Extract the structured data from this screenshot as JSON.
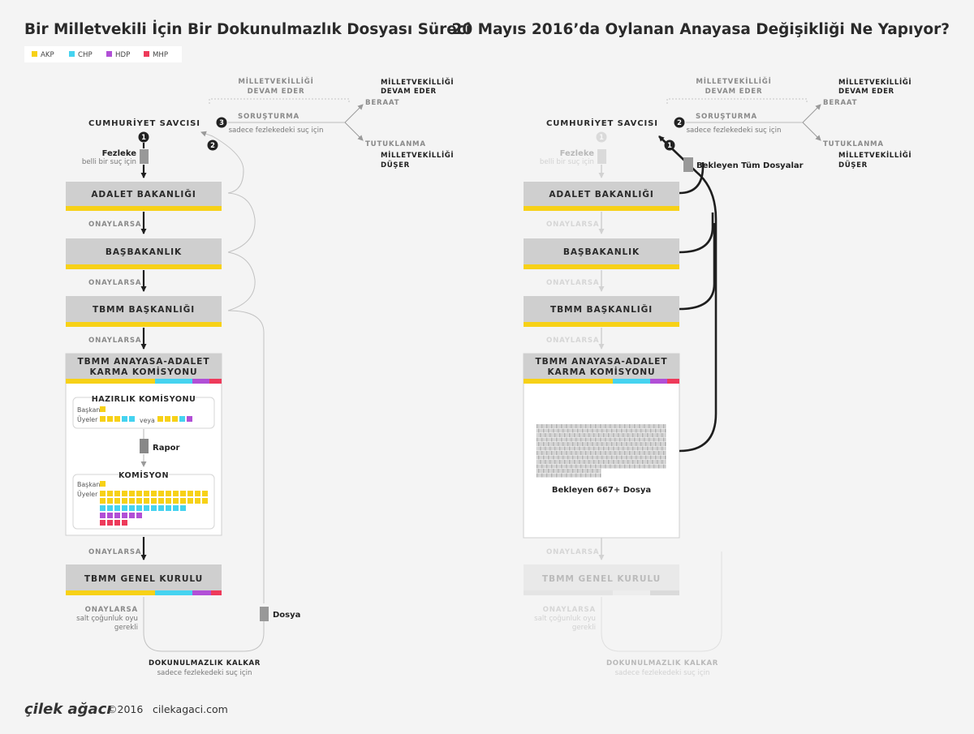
{
  "colors": {
    "akp": "#f7d117",
    "chp": "#45d3f0",
    "hdp": "#b14fd6",
    "mhp": "#ee3a5a",
    "box": "#cfcfcf",
    "file": "#999999",
    "line": "#1e1e1e",
    "thin": "#bdbdbd"
  },
  "left": {
    "title": "Bir Milletvekili İçin Bir Dokunulmazlık Dosyası Süreci",
    "legend": [
      {
        "label": "AKP",
        "color": "#f7d117"
      },
      {
        "label": "CHP",
        "color": "#45d3f0"
      },
      {
        "label": "HDP",
        "color": "#b14fd6"
      },
      {
        "label": "MHP",
        "color": "#ee3a5a"
      }
    ],
    "milletvekilligi_devam_faded": [
      "MİLLETVEKİLLİĞİ",
      "DEVAM EDER"
    ],
    "prosecutor": "CUMHURİYET SAVCISI",
    "steps": [
      "1",
      "2",
      "3"
    ],
    "sorusturma": "SORUŞTURMA",
    "sorusturma_note": "sadece fezlekedeki suç için",
    "beraat": "BERAAT",
    "mv_devam": [
      "MİLLETVEKİLLİĞİ",
      "DEVAM EDER"
    ],
    "tutuklanma": "TUTUKLANMA",
    "mv_duser": [
      "MİLLETVEKİLLİĞİ",
      "DÜŞER"
    ],
    "fezleke": "Fezleke",
    "fezleke_note": "belli bir suç için",
    "adalet": "ADALET BAKANLIĞI",
    "basbakanlik": "BAŞBAKANLIK",
    "tbmm_baskanligi": "TBMM BAŞKANLIĞI",
    "onaylarsa": "ONAYLARSA",
    "komisyon_title": [
      "TBMM ANAYASA-ADALET",
      "KARMA KOMİSYONU"
    ],
    "hazirlik": "HAZIRLIK KOMİSYONU",
    "baskan": "Başkan",
    "uyeler": "Üyeler",
    "veya": "veya",
    "rapor": "Rapor",
    "komisyon": "KOMİSYON",
    "genel_kurul": "TBMM GENEL KURULU",
    "onaylarsa_note": [
      "salt çoğunluk oyu",
      "gerekli"
    ],
    "dosya": "Dosya",
    "dokunulmazlik": "DOKUNULMAZLIK KALKAR",
    "dokunulmazlik_note": "sadece fezlekedeki suç için"
  },
  "right": {
    "title": "20 Mayıs 2016’da Oylanan Anayasa Değişikliği Ne Yapıyor?",
    "milletvekilligi_devam_faded": [
      "MİLLETVEKİLLİĞİ",
      "DEVAM EDER"
    ],
    "prosecutor": "CUMHURİYET SAVCISI",
    "steps": [
      "1",
      "2"
    ],
    "sorusturma": "SORUŞTURMA",
    "sorusturma_note": "sadece fezlekedeki suç için",
    "beraat": "BERAAT",
    "mv_devam": [
      "MİLLETVEKİLLİĞİ",
      "DEVAM EDER"
    ],
    "tutuklanma": "TUTUKLANMA",
    "mv_duser": [
      "MİLLETVEKİLLİĞİ",
      "DÜŞER"
    ],
    "fezleke": "Fezleke",
    "fezleke_note": "belli bir suç için",
    "bekleyen_tum": "Bekleyen Tüm Dosyalar",
    "adalet": "ADALET BAKANLIĞI",
    "basbakanlik": "BAŞBAKANLIK",
    "tbmm_baskanligi": "TBMM BAŞKANLIĞI",
    "onaylarsa": "ONAYLARSA",
    "komisyon_title": [
      "TBMM ANAYASA-ADALET",
      "KARMA KOMİSYONU"
    ],
    "bekleyen_667": "Bekleyen 667+ Dosya",
    "genel_kurul": "TBMM GENEL KURULU",
    "onaylarsa_note": [
      "salt çoğunluk oyu",
      "gerekli"
    ],
    "dokunulmazlik": "DOKUNULMAZLIK KALKAR",
    "dokunulmazlik_note": "sadece fezlekedeki suç için"
  },
  "footer": {
    "brand": "çilek ağacı",
    "year": "©2016",
    "site": "cilekagaci.com"
  }
}
